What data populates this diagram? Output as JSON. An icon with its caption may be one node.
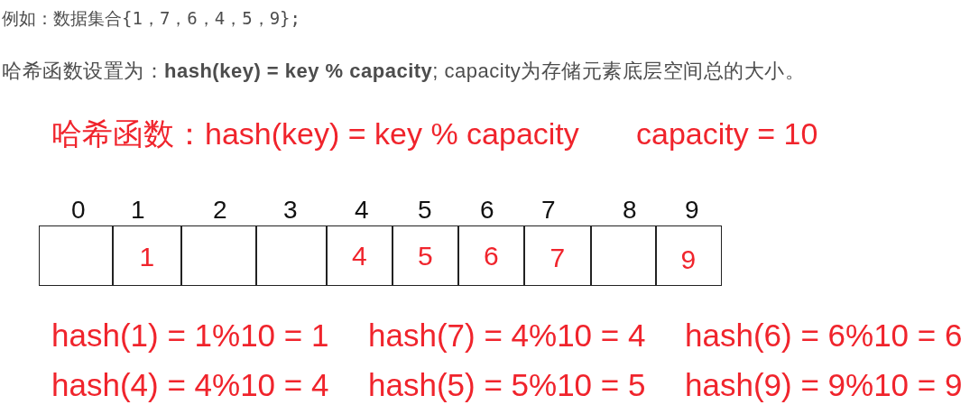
{
  "diagram": {
    "nodes": [
      {
        "text": [],
        "shape": "box",
        "beside": [
          "0"
        ]
      },
      {
        "text": [
          "1"
        ],
        "beside": [
          "1"
        ]
      },
      {
        "text": [],
        "shape": "box",
        "beside": [
          "2"
        ]
      },
      {
        "text": [],
        "shape": "box",
        "beside": [
          "3"
        ]
      },
      {
        "text": [
          "4"
        ],
        "beside": [
          "4"
        ]
      },
      {
        "text": [
          "5"
        ],
        "beside": [
          "5"
        ]
      },
      {
        "text": [
          "6"
        ],
        "beside": [
          "6"
        ]
      },
      {
        "text": [
          "7"
        ],
        "beside": [
          "7"
        ]
      },
      {
        "text": [],
        "shape": "box",
        "beside": [
          "8"
        ]
      },
      {
        "text": [
          "9"
        ],
        "beside": [
          "9"
        ]
      }
    ],
    "labels": [
      "例如：数据集合{1，7，6，4，5，9};",
      "哈希函数设置为：**hash(key) = key % capacity**; capacity为存储元素底层空间总的大小。",
      "哈希函数：hash(key) = key % capacity",
      "capacity = 10",
      "hash(1) = 1%10 = 1",
      "hash(7) = 4%10 = 4",
      "hash(6) = 6%10 = 6",
      "hash(4) = 4%10 = 4",
      "hash(5) = 5%10 = 5",
      "hash(9) = 9%10 = 9"
    ]
  }
}
